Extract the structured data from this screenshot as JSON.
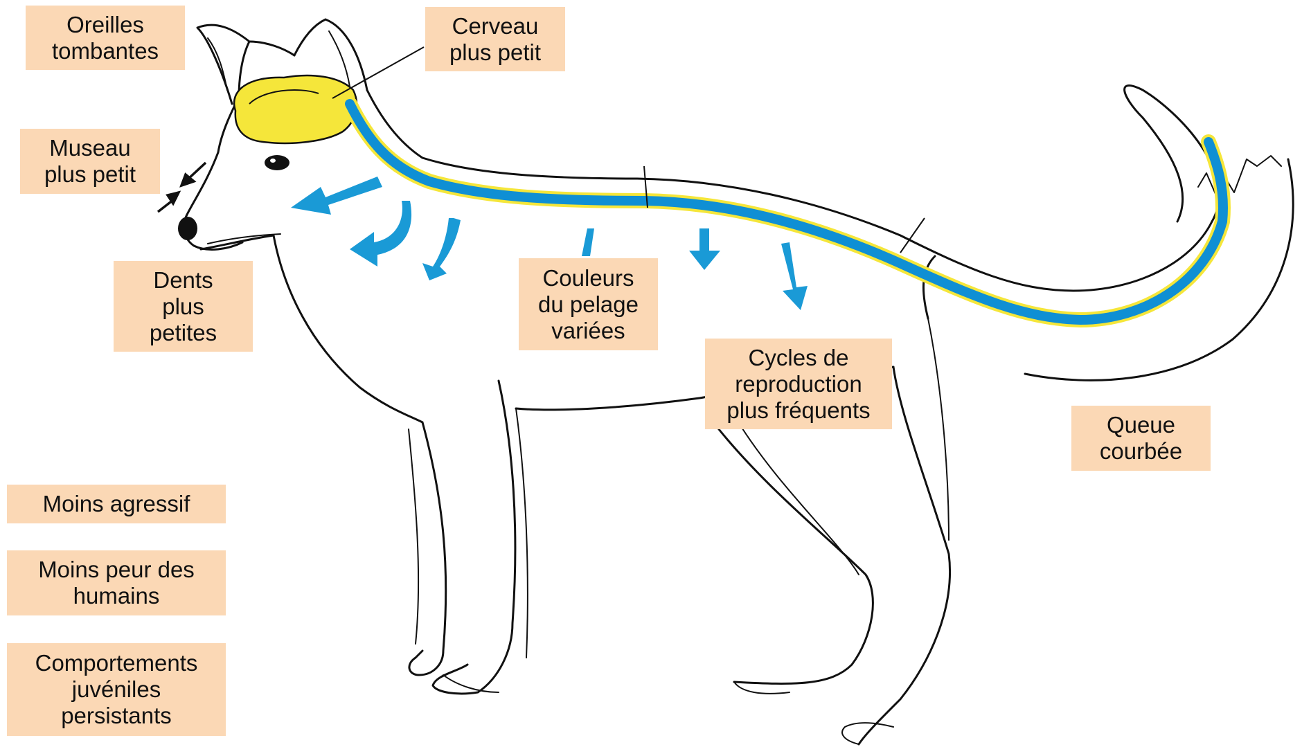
{
  "labels": {
    "ears": "Oreilles\ntombantes",
    "brain": "Cerveau\nplus petit",
    "muzzle": "Museau\nplus petit",
    "teeth": "Dents\nplus\npetites",
    "coat": "Couleurs\ndu pelage\nvariées",
    "cycles": "Cycles de\nreproduction\nplus fréquents",
    "tail": "Queue\ncourbée",
    "aggression": "Moins agressif",
    "fear": "Moins peur des\nhumains",
    "juvenile": "Comportements\njuvéniles\npersistants"
  },
  "colors": {
    "label_bg": "#fbd8b5",
    "brain": "#f5e63a",
    "neural_blue": "#0f8fd4",
    "arrow_blue": "#1a9ad6",
    "outline": "#111111"
  }
}
